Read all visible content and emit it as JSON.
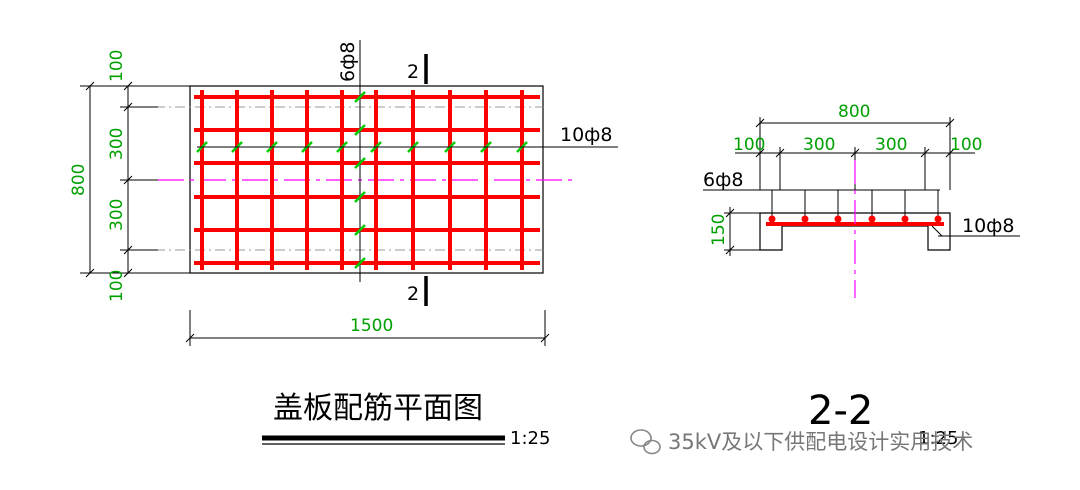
{
  "plan": {
    "title": "盖板配筋平面图",
    "scale": "1:25",
    "width_dim": "1500",
    "height_dim": "800",
    "left_dims": [
      "100",
      "300",
      "300",
      "100"
    ],
    "bar_dist": "6ф8",
    "bar_main": "10ф8",
    "section_mark": "2"
  },
  "section": {
    "title": "2-2",
    "scale": "1:25",
    "width_dim": "800",
    "sub_dims": [
      "100",
      "300",
      "300",
      "100"
    ],
    "thickness_dim": "150",
    "bar_dist": "6ф8",
    "bar_main": "10ф8"
  },
  "watermark": "35kV及以下供配电设计实用技术",
  "colors": {
    "rebar": "#ff0000",
    "dimension": "#00a000",
    "centerline": "#ff00ff",
    "tick": "#00cc00",
    "outline": "#000000"
  }
}
